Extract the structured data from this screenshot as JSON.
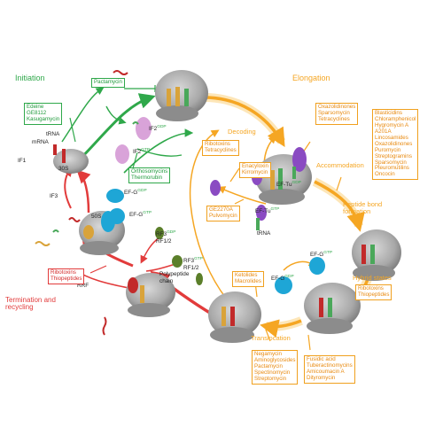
{
  "phases": {
    "initiation": "Initiation",
    "elongation": "Elongation",
    "decoding": "Decoding",
    "accommodation": "Accommodation",
    "peptide_bond_formation": "Peptide bond formation",
    "hybrid_states": "Hybrid states",
    "translocation": "Translocation",
    "termination": "Termination and recycling"
  },
  "labels": {
    "trna": "tRNA",
    "mrna": "mRNA",
    "if1": "IF1",
    "s30": "30S",
    "if3": "IF3",
    "s50": "50S",
    "if2_gdp": "IF2",
    "gdp": "GDP",
    "gtp": "GTP",
    "if2_gtp": "IF2",
    "efg_gdp_top": "EF-G",
    "efg_gtp_left": "EF-G",
    "rf3": "RF3",
    "rf12": "RF1/2",
    "rf3b": "RF3",
    "rf12b": "RF1/2",
    "polypeptide": "Polypeptide",
    "chain": "chain",
    "rrf": "RRF",
    "eftu_gdp": "EF-Tu",
    "eftu_gtp": "EF-Tu",
    "trna2": "tRNA",
    "efg_gtp_right": "EF-G",
    "efg_gdp_bottom": "EF-G"
  },
  "boxes": {
    "edeine": [
      "Edeine",
      "GE8112",
      "Kasugamycin"
    ],
    "pactamycin": [
      "Pactamycin"
    ],
    "orthosomycins": [
      "Orthosomycins",
      "Thermorubin"
    ],
    "ribotoxins_red": [
      "Ribotoxins",
      "Thiopeptides"
    ],
    "ribotoxins_tetra": [
      "Ribotoxins",
      "Tetracyclines"
    ],
    "enacyloxin": [
      "Enacyloxin",
      "Kirromycin"
    ],
    "ge2270": [
      "GE2270A",
      "Pulvomycin"
    ],
    "oxazolidinones_top": [
      "Oxazolidinones",
      "Sparsomycin",
      "Tetracyclines"
    ],
    "blasticidins": [
      "Blasticidins",
      "Chloramphenicol",
      "Hygromycin A",
      "A201A",
      "Lincosamides",
      "Oxazolidinones",
      "Puromycin",
      "Streptogramins",
      "Sparsomycin",
      "Pleuromutilins",
      "Oncocin"
    ],
    "ribotoxins_thio": [
      "Ribotoxins",
      "Thiopeptides"
    ],
    "ketolides": [
      "Ketolides",
      "Macrolides"
    ],
    "negamycin": [
      "Negamycin",
      "Aminoglycosides",
      "Pactamycin",
      "Spectinomycin",
      "Streptomycin"
    ],
    "fusidic": [
      "Fusidic acid",
      "Tuberactinomycins",
      "Amicoumacin A",
      "Dityromycin"
    ]
  },
  "colors": {
    "initiation": "#2fa84a",
    "elongation": "#f5a623",
    "termination": "#e23b3b",
    "ribosome": "#9a9a9a"
  },
  "icons": [
    "ribosome-icon",
    "trna-icon",
    "ef-g-icon",
    "ef-tu-icon",
    "if2-icon",
    "release-factor-icon",
    "mrna-icon"
  ]
}
